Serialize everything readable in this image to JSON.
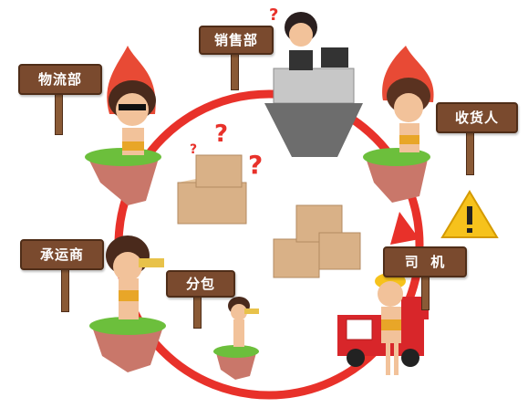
{
  "roles": {
    "sales": "销售部",
    "logistics": "物流部",
    "consignee": "收货人",
    "carrier": "承运商",
    "subcontract": "分包",
    "driver": "司  机"
  },
  "colors": {
    "cycle_ring": "#e8312a",
    "sign_wood": "#7a4a2e",
    "grass": "#6cbf3c",
    "earth": "#c9776a",
    "flame": "#e84a35",
    "warning": "#f6c21c",
    "truck": "#d8262a",
    "box": "#d9b187"
  },
  "icons": [
    "question-mark-icon",
    "warning-icon",
    "box-icon",
    "truck-icon",
    "telescope-icon",
    "computer-icon"
  ]
}
